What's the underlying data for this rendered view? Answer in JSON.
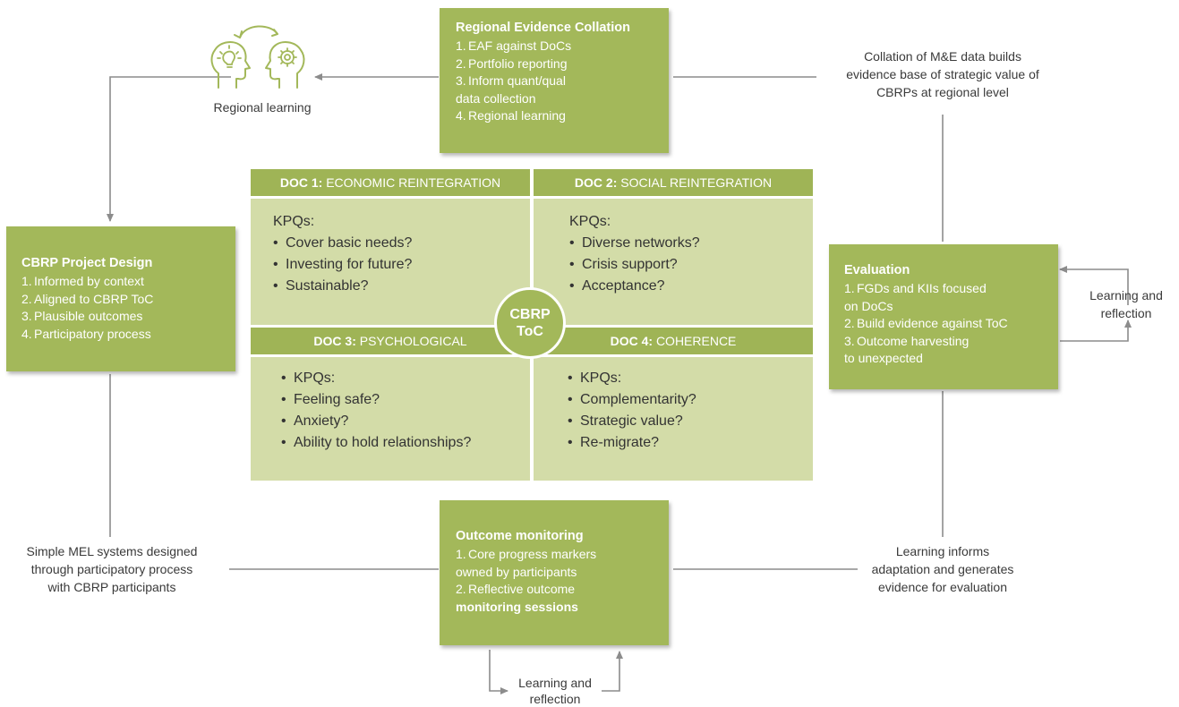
{
  "regional_learning": {
    "label": "Regional learning"
  },
  "regional_evidence": {
    "title": "Regional Evidence Collation",
    "items": [
      {
        "num": "1.",
        "text": "EAF against DoCs"
      },
      {
        "num": "2.",
        "text": "Portfolio reporting"
      },
      {
        "num": "3.",
        "text": "Inform quant/qual",
        "cont": "data collection"
      },
      {
        "num": "4.",
        "text": "Regional learning"
      }
    ]
  },
  "collation_caption": {
    "line1": "Collation of M&E data builds",
    "line2": "evidence base of strategic value of",
    "line3": "CBRPs at regional level"
  },
  "project_design": {
    "title": "CBRP Project Design",
    "items": [
      {
        "num": "1.",
        "text": "Informed by context"
      },
      {
        "num": "2.",
        "text": "Aligned to CBRP ToC"
      },
      {
        "num": "3.",
        "text": "Plausible outcomes"
      },
      {
        "num": "4.",
        "text": "Participatory process"
      }
    ]
  },
  "evaluation": {
    "title": "Evaluation",
    "items": [
      {
        "num": "1.",
        "text": "FGDs and KIIs focused",
        "cont": "on DoCs"
      },
      {
        "num": "2.",
        "text": "Build evidence against ToC"
      },
      {
        "num": "3.",
        "text": "Outcome harvesting",
        "cont": "to unexpected"
      }
    ]
  },
  "evaluation_loop": {
    "line1": "Learning and",
    "line2": "reflection"
  },
  "outcome_monitoring": {
    "title": "Outcome monitoring",
    "items": [
      {
        "num": "1.",
        "text": "Core progress markers",
        "cont": "owned by participants"
      },
      {
        "num": "2.",
        "text": "Reflective outcome",
        "cont": "monitoring sessions"
      }
    ]
  },
  "monitoring_loop": {
    "line1": "Learning and",
    "line2": "reflection"
  },
  "mel_caption": {
    "line1": "Simple MEL systems designed",
    "line2": "through participatory process",
    "line3": "with CBRP participants"
  },
  "learning_caption": {
    "line1": "Learning informs",
    "line2": "adaptation and generates",
    "line3": "evidence for evaluation"
  },
  "doc1": {
    "prefix": "DOC 1:",
    "name": "ECONOMIC REINTEGRATION",
    "kpq": "KPQs:",
    "items": [
      "Cover basic needs?",
      "Investing for future?",
      "Sustainable?"
    ]
  },
  "doc2": {
    "prefix": "DOC 2:",
    "name": "SOCIAL REINTEGRATION",
    "kpq": "KPQs:",
    "items": [
      "Diverse networks?",
      "Crisis support?",
      "Acceptance?"
    ]
  },
  "doc3": {
    "prefix": "DOC 3:",
    "name": "PSYCHOLOGICAL",
    "items": [
      "KPQs:",
      "Feeling safe?",
      "Anxiety?",
      "Ability to hold relationships?"
    ]
  },
  "doc4": {
    "prefix": "DOC 4:",
    "name": "COHERENCE",
    "items": [
      "KPQs:",
      "Complementarity?",
      "Strategic value?",
      "Re-migrate?"
    ]
  },
  "center": {
    "line1": "CBRP",
    "line2": "ToC"
  },
  "colors": {
    "box_green": "#a3b85a",
    "header_green": "#9fb456",
    "quad_fill": "#d3dca8",
    "line_gray": "#8c8c8c"
  },
  "icons": [
    "two-heads-learning-icon",
    "lightbulb-icon",
    "gear-icon",
    "cycle-arrows-icon"
  ]
}
